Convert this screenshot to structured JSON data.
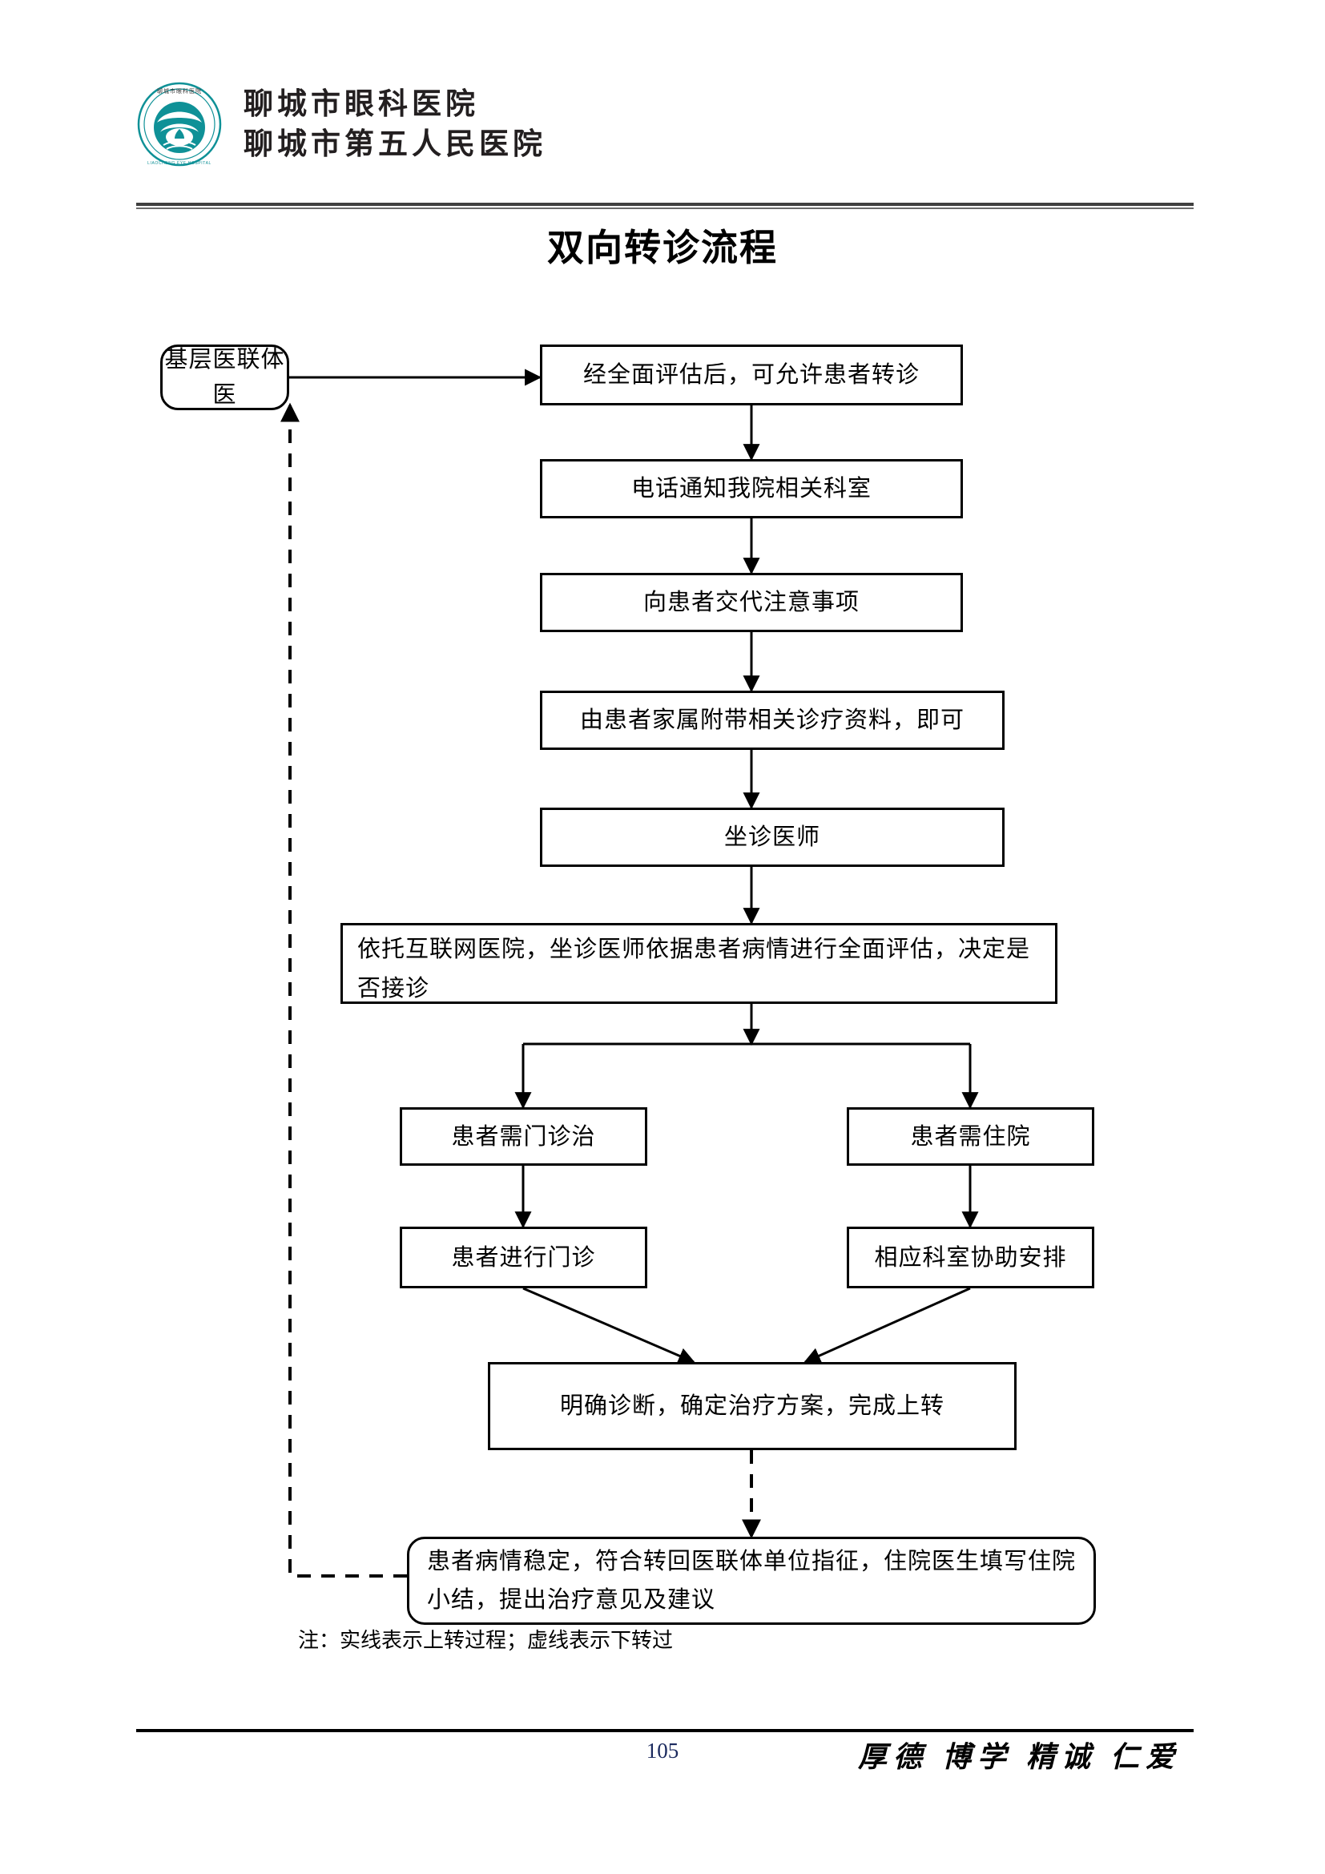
{
  "header": {
    "org_line_1": "聊城市眼科医院",
    "org_line_2": "聊城市第五人民医院",
    "logo_name": "liaocheng-eye-hospital-logo",
    "logo_ring_text": "聊城市眼科医院",
    "logo_ring_text_en": "LIAOCHENG EYE HOSPITAL",
    "logo_color": "#0f9197"
  },
  "title": "双向转诊流程",
  "flow": {
    "nodes": [
      {
        "id": "n1",
        "label": "基层医联体医"
      },
      {
        "id": "n2",
        "label": "经全面评估后，可允许患者转诊"
      },
      {
        "id": "n3",
        "label": "电话通知我院相关科室"
      },
      {
        "id": "n4",
        "label": "向患者交代注意事项"
      },
      {
        "id": "n5",
        "label": "由患者家属附带相关诊疗资料，即可"
      },
      {
        "id": "n6",
        "label": "坐诊医师"
      },
      {
        "id": "n7",
        "label": "依托互联网医院，坐诊医师依据患者病情进行全面评估，决定是否接诊"
      },
      {
        "id": "n8",
        "label": "患者需门诊治"
      },
      {
        "id": "n9",
        "label": "患者需住院"
      },
      {
        "id": "n10",
        "label": "患者进行门诊"
      },
      {
        "id": "n11",
        "label": "相应科室协助安排"
      },
      {
        "id": "n12",
        "label": "明确诊断，确定治疗方案，完成上转"
      },
      {
        "id": "n13",
        "label": "患者病情稳定，符合转回医联体单位指征，住院医生填写住院小结，提出治疗意见及建议"
      }
    ],
    "edges": [
      {
        "from": "n1",
        "to": "n2",
        "style": "solid",
        "name": "edge-base-to-assess"
      },
      {
        "from": "n2",
        "to": "n3",
        "style": "solid",
        "name": "edge-assess-to-notify"
      },
      {
        "from": "n3",
        "to": "n4",
        "style": "solid",
        "name": "edge-notify-to-advise"
      },
      {
        "from": "n4",
        "to": "n5",
        "style": "solid",
        "name": "edge-advise-to-records"
      },
      {
        "from": "n5",
        "to": "n6",
        "style": "solid",
        "name": "edge-records-to-doctor"
      },
      {
        "from": "n6",
        "to": "n7",
        "style": "solid",
        "name": "edge-doctor-to-evaluate"
      },
      {
        "from": "n7",
        "to": "n8",
        "style": "solid",
        "name": "edge-evaluate-to-outpatient"
      },
      {
        "from": "n7",
        "to": "n9",
        "style": "solid",
        "name": "edge-evaluate-to-inpatient"
      },
      {
        "from": "n8",
        "to": "n10",
        "style": "solid",
        "name": "edge-outpatient-to-visit"
      },
      {
        "from": "n9",
        "to": "n11",
        "style": "solid",
        "name": "edge-inpatient-to-dept"
      },
      {
        "from": "n10",
        "to": "n12",
        "style": "solid",
        "name": "edge-visit-to-confirm"
      },
      {
        "from": "n11",
        "to": "n12",
        "style": "solid",
        "name": "edge-dept-to-confirm"
      },
      {
        "from": "n12",
        "to": "n13",
        "style": "dashed",
        "name": "edge-confirm-to-stable"
      },
      {
        "from": "n13",
        "to": "n1",
        "style": "dashed",
        "name": "edge-stable-back-to-base"
      }
    ]
  },
  "note": "注：实线表示上转过程；虚线表示下转过",
  "footer": {
    "page_number": "105",
    "motto": "厚德 博学 精诚 仁爱"
  }
}
